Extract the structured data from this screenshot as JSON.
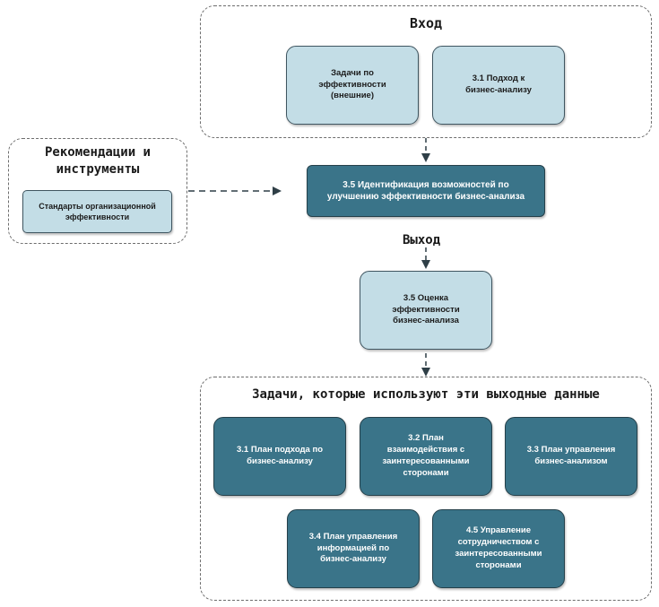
{
  "input_group": {
    "title": "Вход",
    "items": [
      {
        "label": "Задачи по\nэффективности\n(внешние)"
      },
      {
        "label": "3.1 Подход к\nбизнес-анализу"
      }
    ]
  },
  "guidelines_group": {
    "title": "Рекомендации и\nинструменты",
    "items": [
      {
        "label": "Стандарты организационной\nэффективности"
      }
    ]
  },
  "main_task": {
    "label": "3.5 Идентификация возможностей по\nулучшению эффективности бизнес-анализа"
  },
  "output_label": "Выход",
  "output_item": {
    "label": "3.5 Оценка\nэффективности\nбизнес-анализа"
  },
  "consumers_group": {
    "title": "Задачи, которые используют эти выходные данные",
    "items": [
      {
        "label": "3.1 План подхода по\nбизнес-анализу"
      },
      {
        "label": "3.2 План\nвзаимодействия с\nзаинтересованными\nсторонами"
      },
      {
        "label": "3.3 План управления\nбизнес-анализом"
      },
      {
        "label": "3.4 План управления\nинформацией по\nбизнес-анализу"
      },
      {
        "label": "4.5 Управление\nсотрудничеством с\nзаинтересованными\nсторонами"
      }
    ]
  },
  "colors": {
    "light_box": "#c3dde6",
    "dark_box": "#3a7489",
    "dashed_border": "#6d6d6d",
    "arrow": "#2f3f47"
  }
}
